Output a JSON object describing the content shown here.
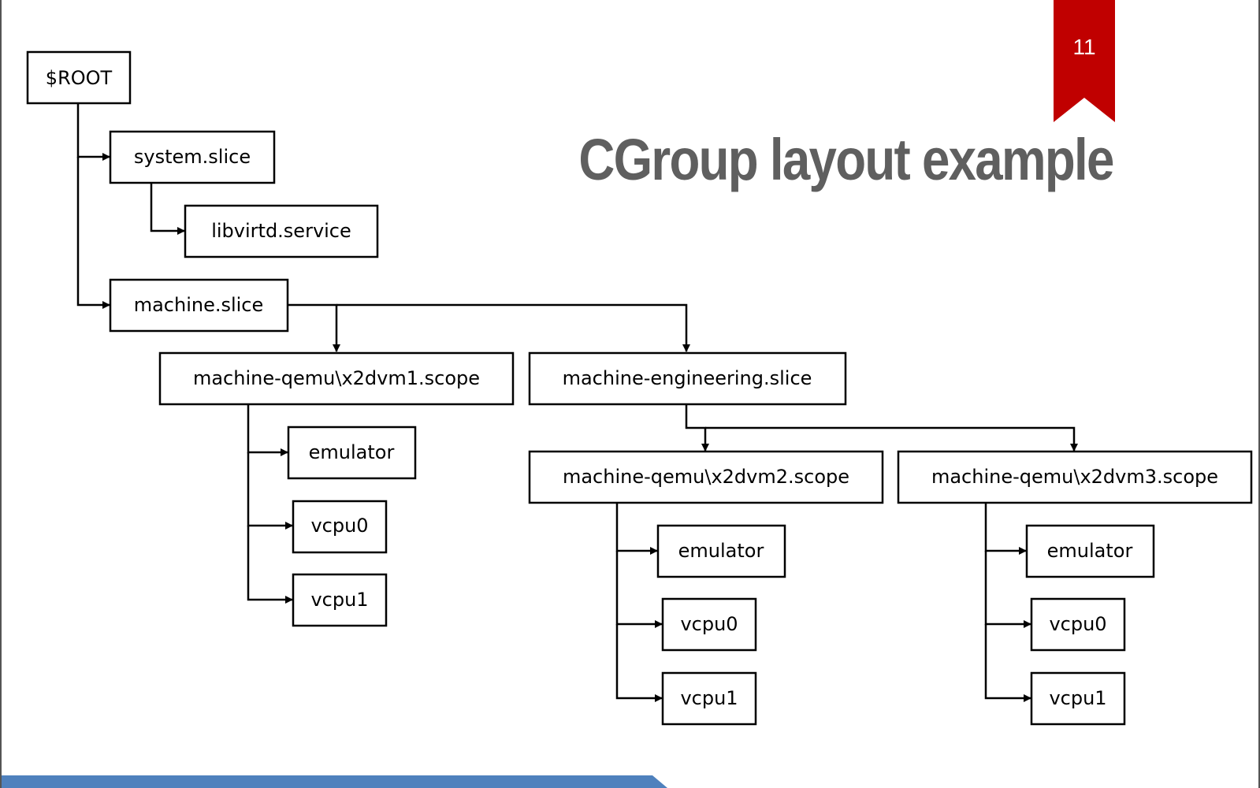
{
  "slide": {
    "title": "CGroup layout example",
    "page_number": "11"
  },
  "colors": {
    "badge": "#c00000",
    "title": "#5f5f5f",
    "footer_bar": "#4f81bd",
    "box_stroke": "#000000"
  },
  "diagram": {
    "nodes": [
      {
        "id": "root",
        "label": "$ROOT"
      },
      {
        "id": "system_slice",
        "label": "system.slice"
      },
      {
        "id": "libvirtd_service",
        "label": "libvirtd.service"
      },
      {
        "id": "machine_slice",
        "label": "machine.slice"
      },
      {
        "id": "vm1_scope",
        "label": "machine-qemu\\x2dvm1.scope"
      },
      {
        "id": "vm1_emulator",
        "label": "emulator"
      },
      {
        "id": "vm1_vcpu0",
        "label": "vcpu0"
      },
      {
        "id": "vm1_vcpu1",
        "label": "vcpu1"
      },
      {
        "id": "engineering_slice",
        "label": "machine-engineering.slice"
      },
      {
        "id": "vm2_scope",
        "label": "machine-qemu\\x2dvm2.scope"
      },
      {
        "id": "vm2_emulator",
        "label": "emulator"
      },
      {
        "id": "vm2_vcpu0",
        "label": "vcpu0"
      },
      {
        "id": "vm2_vcpu1",
        "label": "vcpu1"
      },
      {
        "id": "vm3_scope",
        "label": "machine-qemu\\x2dvm3.scope"
      },
      {
        "id": "vm3_emulator",
        "label": "emulator"
      },
      {
        "id": "vm3_vcpu0",
        "label": "vcpu0"
      },
      {
        "id": "vm3_vcpu1",
        "label": "vcpu1"
      }
    ],
    "edges": [
      {
        "from": "root",
        "to": "system_slice"
      },
      {
        "from": "system_slice",
        "to": "libvirtd_service"
      },
      {
        "from": "root",
        "to": "machine_slice"
      },
      {
        "from": "machine_slice",
        "to": "vm1_scope"
      },
      {
        "from": "machine_slice",
        "to": "engineering_slice"
      },
      {
        "from": "vm1_scope",
        "to": "vm1_emulator"
      },
      {
        "from": "vm1_scope",
        "to": "vm1_vcpu0"
      },
      {
        "from": "vm1_scope",
        "to": "vm1_vcpu1"
      },
      {
        "from": "engineering_slice",
        "to": "vm2_scope"
      },
      {
        "from": "engineering_slice",
        "to": "vm3_scope"
      },
      {
        "from": "vm2_scope",
        "to": "vm2_emulator"
      },
      {
        "from": "vm2_scope",
        "to": "vm2_vcpu0"
      },
      {
        "from": "vm2_scope",
        "to": "vm2_vcpu1"
      },
      {
        "from": "vm3_scope",
        "to": "vm3_emulator"
      },
      {
        "from": "vm3_scope",
        "to": "vm3_vcpu0"
      },
      {
        "from": "vm3_scope",
        "to": "vm3_vcpu1"
      }
    ]
  }
}
